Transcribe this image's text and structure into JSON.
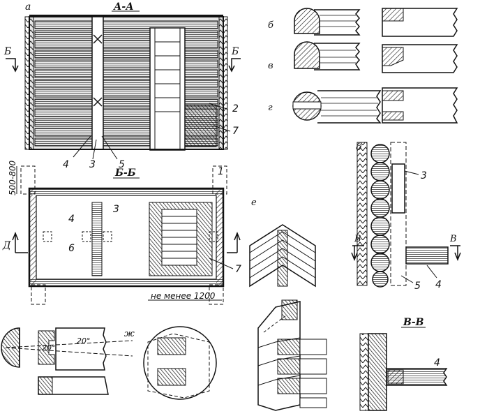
{
  "figure": {
    "panel_labels": {
      "a": "а",
      "b": "б",
      "v": "в",
      "g": "г",
      "d": "д",
      "e": "е",
      "zh": "ж"
    },
    "section_titles": {
      "aa": "А-А",
      "bb": "Б-Б",
      "vv": "В-В"
    },
    "section_marks": {
      "b": "Б",
      "d": "Д",
      "v": "В"
    },
    "dimensions": {
      "height_range": "500-800",
      "min_length": "не менее 1200",
      "angle_a": "20°",
      "angle_b": "20°"
    },
    "callouts": {
      "n1": "1",
      "n2": "2",
      "n3": "3",
      "n4": "4",
      "n5": "5",
      "n6": "6",
      "n7": "7"
    }
  }
}
